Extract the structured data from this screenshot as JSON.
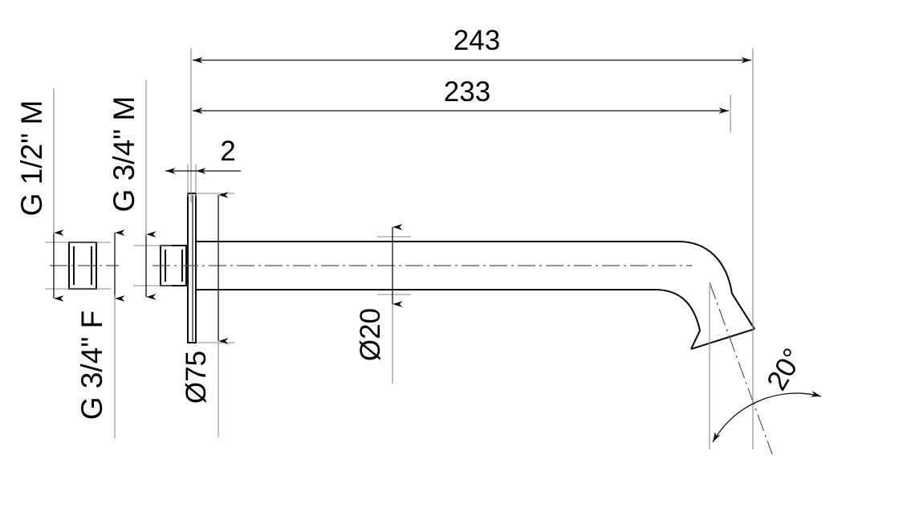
{
  "drawing": {
    "title": "Wall-mounted spout technical drawing",
    "units": "mm",
    "line_color": "#1a1a1a",
    "thin_line_color": "#7a7a7a",
    "background": "#ffffff"
  },
  "dimensions": {
    "overall_length": "243",
    "projection_length": "233",
    "flange_thickness": "2",
    "flange_diameter": "Ø75",
    "tube_diameter": "Ø20",
    "outlet_angle": "20°"
  },
  "labels": {
    "inlet_thread_small": "G 1/2\" M",
    "inlet_thread_large": "G 3/4\" M",
    "body_thread_female": "G 3/4\" F"
  },
  "annotations": [
    {
      "key": "overall_length",
      "text": "243",
      "kind": "linear-dimension"
    },
    {
      "key": "projection_length",
      "text": "233",
      "kind": "linear-dimension"
    },
    {
      "key": "flange_thickness",
      "text": "2",
      "kind": "linear-dimension"
    },
    {
      "key": "flange_diameter",
      "text": "Ø75",
      "kind": "diameter-dimension"
    },
    {
      "key": "tube_diameter",
      "text": "Ø20",
      "kind": "diameter-dimension"
    },
    {
      "key": "outlet_angle",
      "text": "20°",
      "kind": "angular-dimension"
    },
    {
      "key": "inlet_thread_small",
      "text": "G 1/2\" M",
      "kind": "thread-callout"
    },
    {
      "key": "inlet_thread_large",
      "text": "G 3/4\" M",
      "kind": "thread-callout"
    },
    {
      "key": "body_thread_female",
      "text": "G 3/4\" F",
      "kind": "thread-callout"
    }
  ]
}
